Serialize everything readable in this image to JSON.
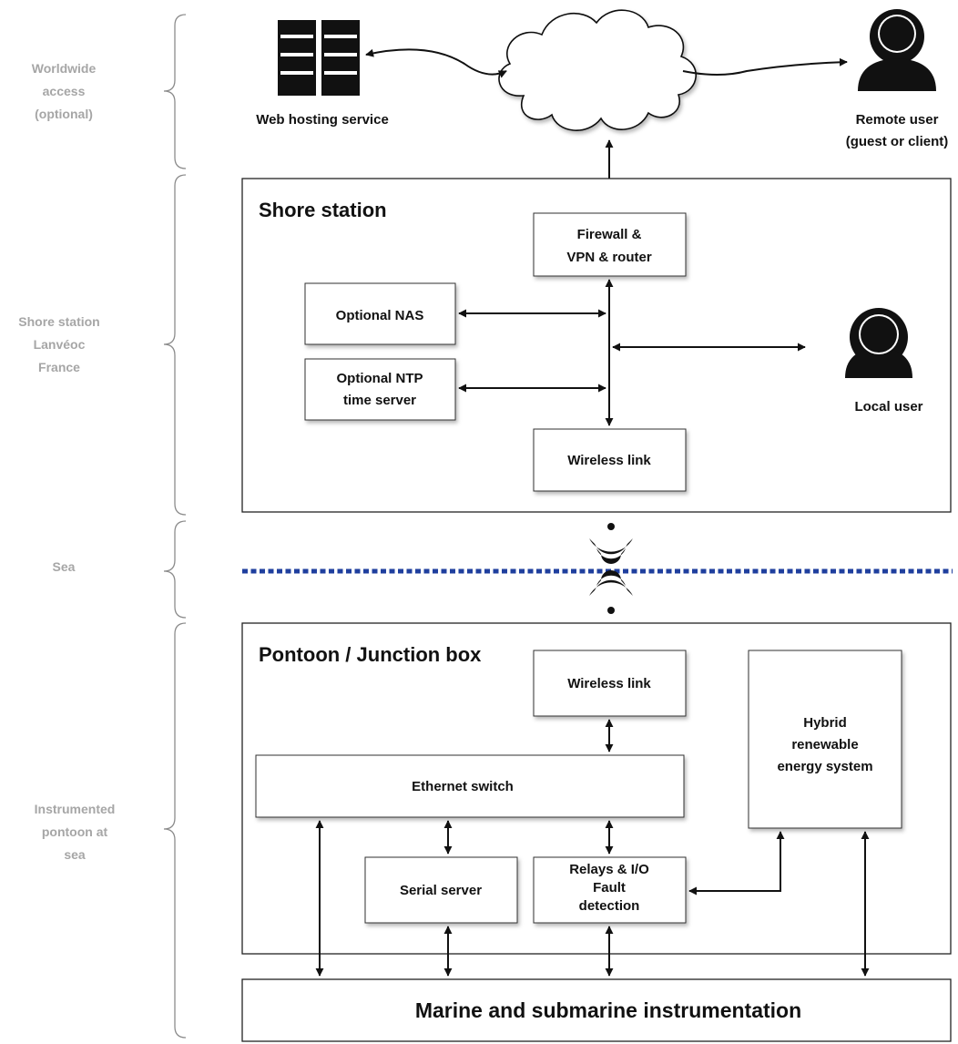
{
  "sections": {
    "worldwide": [
      "Worldwide",
      "access",
      "(optional)"
    ],
    "shore": [
      "Shore station",
      "Lanvéoc",
      "France"
    ],
    "sea": [
      "Sea"
    ],
    "pontoon": [
      "Instrumented",
      "pontoon at",
      "sea"
    ]
  },
  "internet": {
    "web_hosting": "Web hosting service",
    "remote_user": [
      "Remote user",
      "(guest or client)"
    ]
  },
  "shore_station": {
    "title": "Shore station",
    "firewall": [
      "Firewall &",
      "VPN & router"
    ],
    "nas": "Optional NAS",
    "ntp": [
      "Optional NTP",
      "time server"
    ],
    "wireless": "Wireless link",
    "local_user": "Local user"
  },
  "pontoon": {
    "title": "Pontoon / Junction box",
    "wireless": "Wireless link",
    "switch": "Ethernet switch",
    "serial": "Serial server",
    "relays": [
      "Relays & I/O",
      "Fault",
      "detection"
    ],
    "energy": [
      "Hybrid",
      "renewable",
      "energy system"
    ]
  },
  "instrumentation": "Marine and submarine instrumentation",
  "colors": {
    "sea_line": "#1f3f9e",
    "side_labels": "#a6a6a6",
    "icons": "#111111"
  }
}
